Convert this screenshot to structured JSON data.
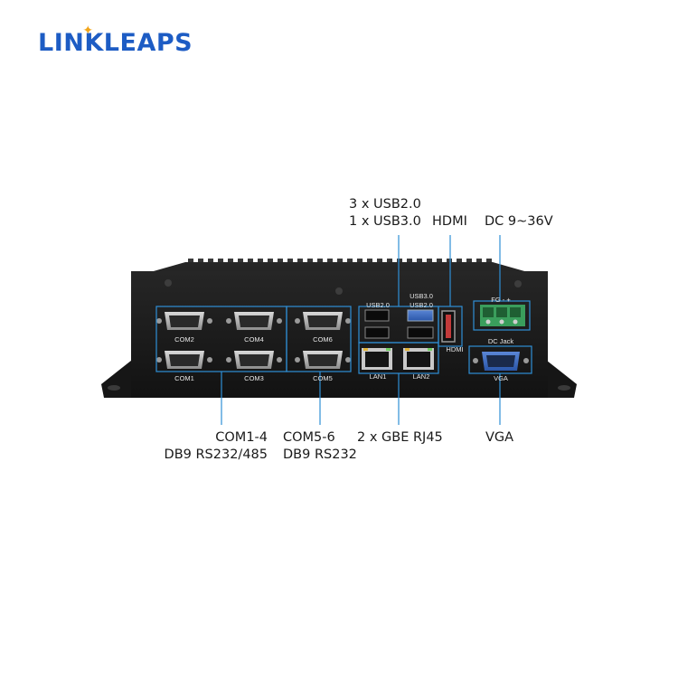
{
  "brand": {
    "logo_text_a": "LIN",
    "logo_text_b": "K",
    "logo_text_c": "LEAPS"
  },
  "callouts": {
    "usb_line1": "3 x USB2.0",
    "usb_line2": "1 x USB3.0",
    "hdmi": "HDMI",
    "dc": "DC 9~36V",
    "com14_line1": "COM1-4",
    "com14_line2": "DB9 RS232/485",
    "com56_line1": "COM5-6",
    "com56_line2": "DB9 RS232",
    "lan": "2 x GBE RJ45",
    "vga": "VGA"
  },
  "ports": {
    "com2": "COM2",
    "com4": "COM4",
    "com6": "COM6",
    "com1": "COM1",
    "com3": "COM3",
    "com5": "COM5",
    "usb2": "USB2.0",
    "usb3": "USB3.0",
    "usb2b": "USB2.0",
    "lan1": "LAN1",
    "lan2": "LAN2",
    "hdmi": "HDMI",
    "fg": "FG - +",
    "dcjack": "DC Jack",
    "vga": "VGA"
  },
  "colors": {
    "brand_blue": "#1d5cc4",
    "brand_orange": "#f2a51a",
    "callout_line": "#2f8fd6",
    "chassis": "#1b1b1b",
    "terminal_green": "#3a9e5c"
  }
}
